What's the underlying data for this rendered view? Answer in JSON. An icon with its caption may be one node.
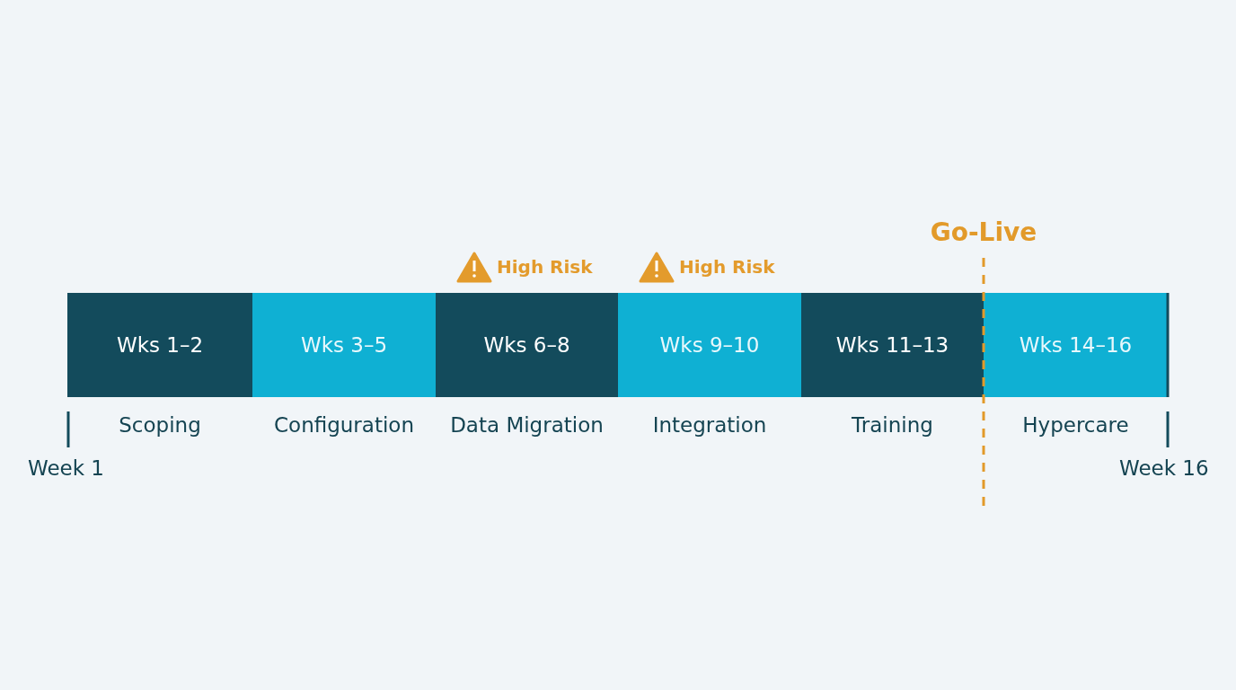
{
  "diagram": {
    "nodes": [
      {
        "text": [
          "Wks 1–2"
        ],
        "beside": [
          "Scoping"
        ]
      },
      {
        "text": [
          "Wks 3–5"
        ],
        "beside": [
          "Configuration"
        ]
      },
      {
        "text": [
          "Wks 6–8"
        ],
        "beside": [
          "Data Migration"
        ]
      },
      {
        "text": [
          "Wks 9–10"
        ],
        "beside": [
          "Integration"
        ]
      },
      {
        "text": [
          "Wks 11–13"
        ],
        "beside": [
          "Training"
        ]
      },
      {
        "text": [
          "Wks 14–16"
        ],
        "beside": [
          "Hypercare"
        ]
      }
    ],
    "labels": [
      "Go-Live",
      "High Risk",
      "High Risk",
      "Week 1",
      "Week 16"
    ]
  }
}
